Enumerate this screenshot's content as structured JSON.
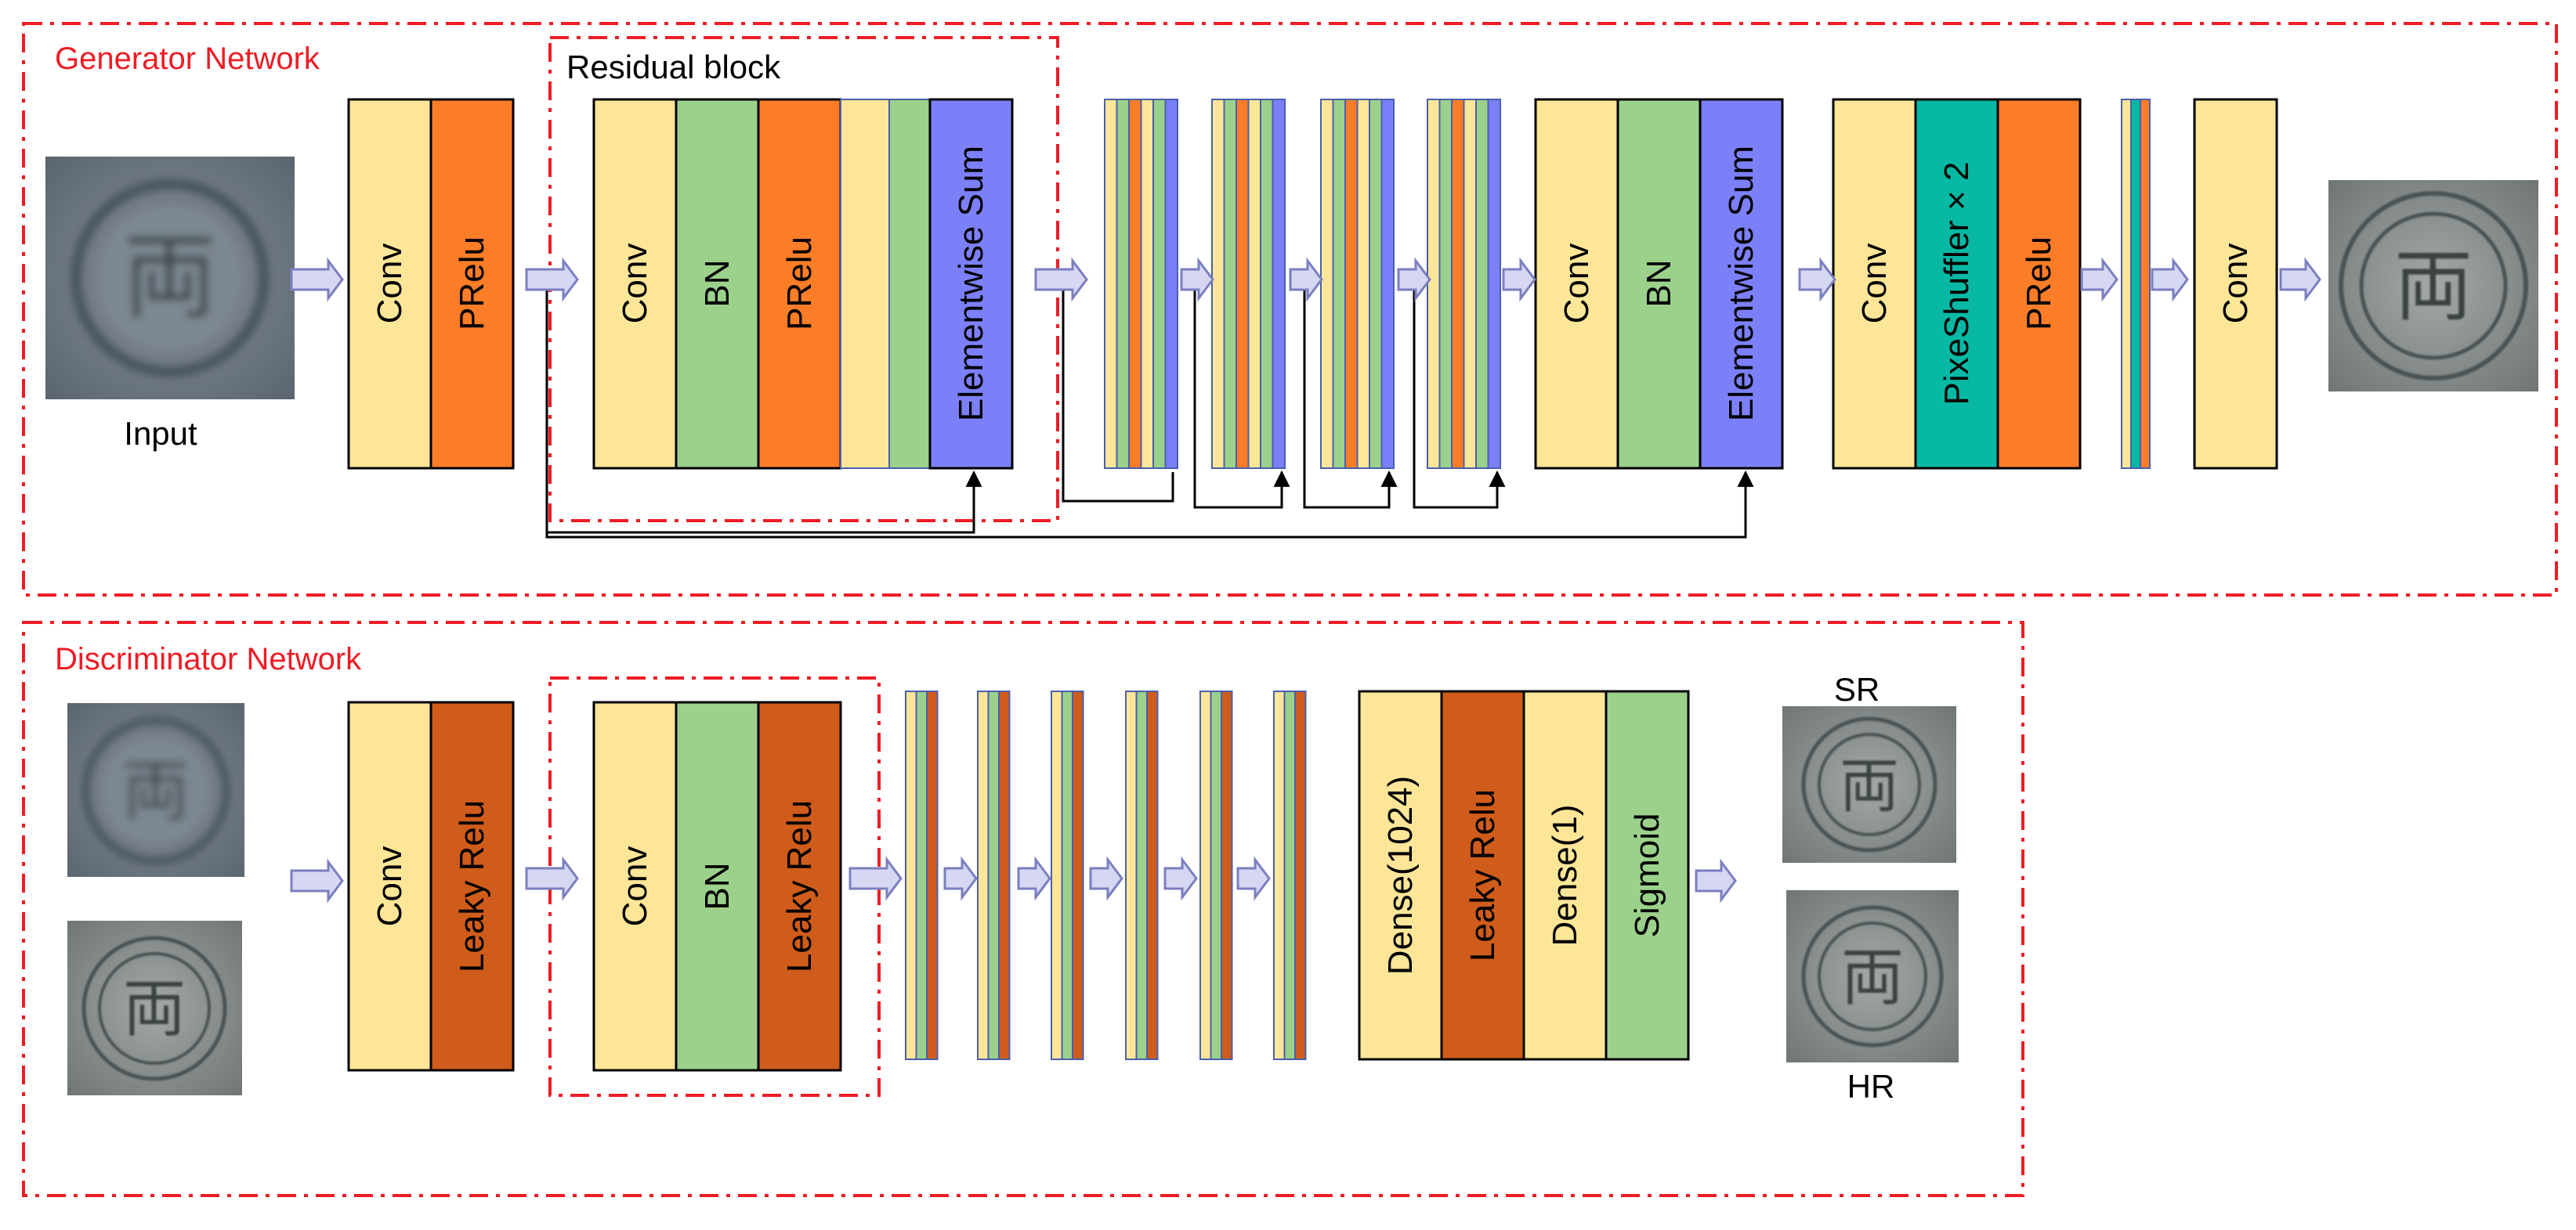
{
  "colors": {
    "conv": "#fee699",
    "prelu": "#fc7d27",
    "bn": "#9bd18b",
    "sum": "#7c80f8",
    "pixshuf": "#07b9a4",
    "leaky": "#cf5c1a",
    "dense": "#fee699",
    "sigmoid": "#9bd18b",
    "frame": "#ee1c25",
    "arrow_fill": "#d5d7f3",
    "arrow_stroke": "#7b7fbf"
  },
  "generator": {
    "title": "Generator Network",
    "input_label": "Input",
    "residual_label": "Residual block",
    "blocks": {
      "conv1": "Conv",
      "prelu1": "PRelu",
      "rb_conv": "Conv",
      "rb_bn": "BN",
      "rb_prelu": "PRelu",
      "rb_sum": "Elementwise Sum",
      "post_conv": "Conv",
      "post_bn": "BN",
      "post_sum": "Elementwise Sum",
      "up_conv": "Conv",
      "up_pixshuf": "PixeShuffler × 2",
      "up_prelu": "PRelu",
      "out_conv": "Conv"
    }
  },
  "discriminator": {
    "title": "Discriminator Network",
    "sr_label": "SR",
    "hr_label": "HR",
    "blocks": {
      "conv1": "Conv",
      "leaky1": "Leaky Relu",
      "db_conv": "Conv",
      "db_bn": "BN",
      "db_leaky": "Leaky Relu",
      "dense1024": "Dense(1024)",
      "leaky2": "Leaky Relu",
      "dense1": "Dense(1)",
      "sigmoid": "Sigmoid"
    }
  },
  "glyph": "両"
}
